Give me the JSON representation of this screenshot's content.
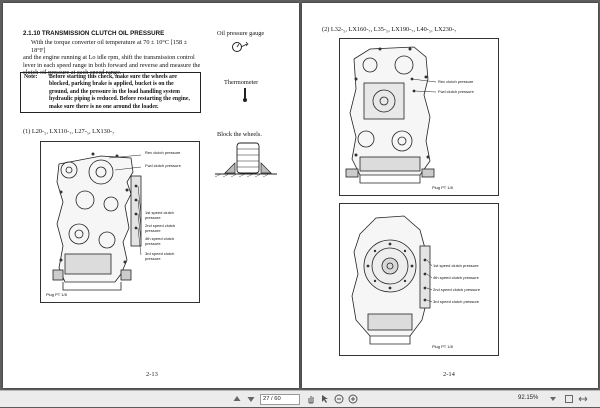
{
  "left_page": {
    "section_title": "2.1.10  TRANSMISSION CLUTCH OIL PRESSURE",
    "paragraph_lines": [
      "With the torque converter oil temperature at 70 ± 10°C [158 ± 18°F]",
      "and the engine running at Lo idle rpm, shift the transmission control",
      "lever in each speed range in both forward and reverse and measure the",
      "clutch oil pressure at each speed range."
    ],
    "note_label": "Note:",
    "note_lines": [
      "Before starting this check, make sure the wheels are",
      "blocked, parking brake is applied, bucket is on the",
      "ground, and the pressure in the load handling system",
      "hydraulic piping is reduced. Before restarting the engine,",
      "make sure there is no one around the loader."
    ],
    "side_labels": {
      "gauge": "Oil pressure gauge",
      "thermometer": "Thermometer",
      "block": "Block the wheels."
    },
    "model_line": "(1)  L20-₅, LX110-₇, L27-₅, LX130-₇",
    "callouts": [
      "Rev clutch pressure",
      "Fwd clutch pressure",
      "1st speed clutch\npressure",
      "2nd speed clutch\npressure",
      "4th speed clutch\npressure",
      "3rd speed clutch\npressure"
    ],
    "plug": "Plug PT 1/8",
    "page_number": "2-13"
  },
  "right_page": {
    "model_line": "(2)  L32-₅, LX160-₇, L35-₅, LX190-₇, L40-₅, LX230-₇",
    "callouts_top": [
      "Rev clutch pressure",
      "Fwd clutch pressure"
    ],
    "plug_top": "Plug PT 1/8",
    "callouts_bottom": [
      "1st speed clutch pressure",
      "4th speed clutch pressure",
      "2nd speed clutch pressure",
      "3rd speed clutch pressure"
    ],
    "plug_bottom": "Plug PT 1/8",
    "page_number": "2-14"
  },
  "toolbar": {
    "page_field": "27 / 60",
    "zoom": "92.15%",
    "icons": [
      "arrow-up-icon",
      "arrow-down-icon",
      "hand-tool-icon",
      "select-tool-icon",
      "zoom-out-icon",
      "zoom-in-icon"
    ]
  }
}
